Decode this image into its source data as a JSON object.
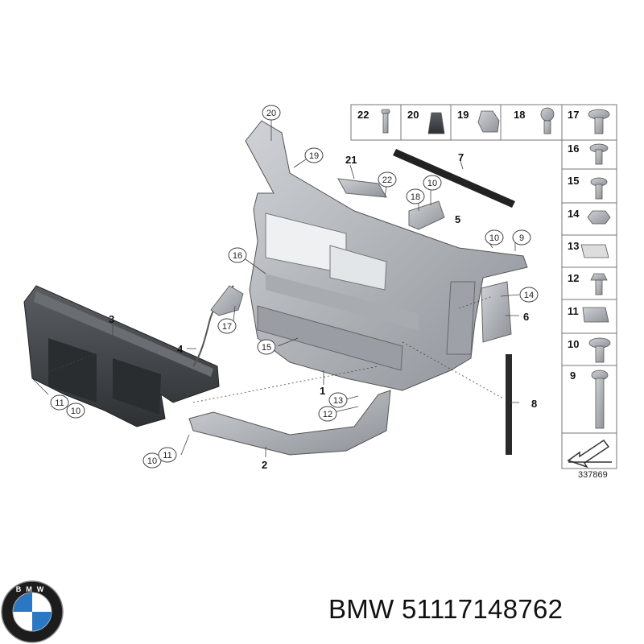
{
  "diagram": {
    "drawing_number": "337869",
    "part_labels": [
      "1",
      "2",
      "3",
      "4",
      "5",
      "6",
      "7",
      "8",
      "21"
    ],
    "callouts": {
      "c20": "20",
      "c19": "19",
      "c22": "22",
      "c10a": "10",
      "c18": "18",
      "c10b": "10",
      "c9": "9",
      "c16": "16",
      "c17": "17",
      "c15": "15",
      "c14": "14",
      "c13": "13",
      "c12": "12",
      "c11a": "11",
      "c10c": "10",
      "c10d": "10",
      "c11b": "11"
    },
    "legend_top": [
      "22",
      "20",
      "19",
      "18"
    ],
    "legend_right": [
      "17",
      "16",
      "15",
      "14",
      "13",
      "12",
      "11",
      "10",
      "9"
    ]
  },
  "footer": {
    "brand": "BMW",
    "part_number": "51117148762",
    "logo_letters": "BMW"
  },
  "colors": {
    "part_fill": "#b8bcc2",
    "part_dark": "#43474c",
    "logo_blue": "#2a78c4",
    "logo_ring": "#1c1c1c"
  }
}
